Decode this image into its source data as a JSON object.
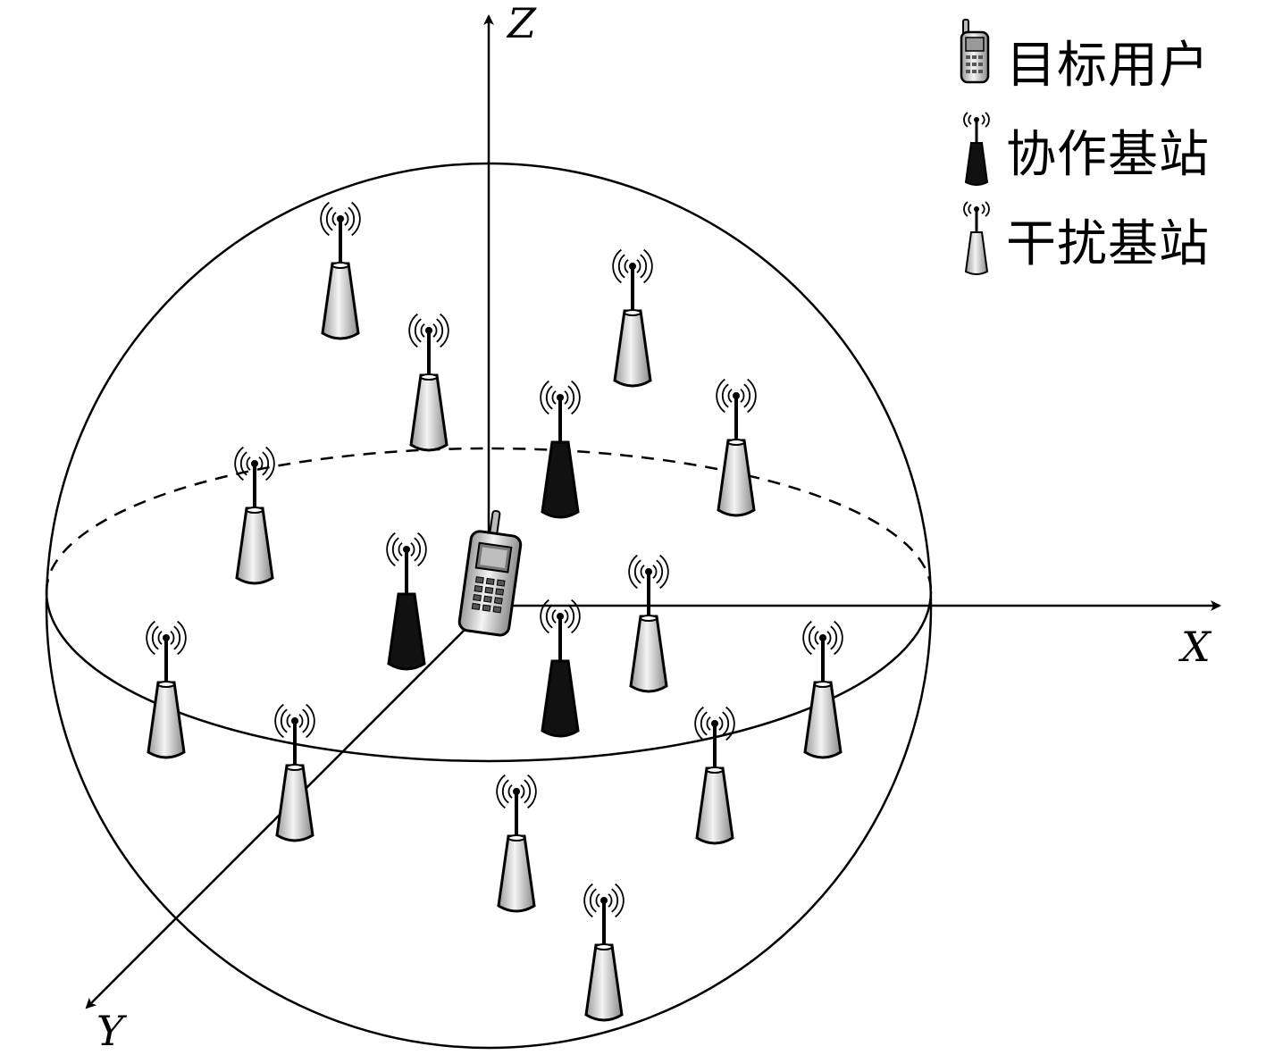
{
  "axes": {
    "x_label": "X",
    "y_label": "Y",
    "z_label": "Z"
  },
  "legend": {
    "items": [
      {
        "label": "目标用户",
        "icon": "mobile-phone-icon"
      },
      {
        "label": "协作基站",
        "icon": "cooperative-base-station-icon"
      },
      {
        "label": "干扰基站",
        "icon": "interfering-base-station-icon"
      }
    ]
  },
  "colors": {
    "line": "#000000",
    "tower_fill": "#dcdcdc",
    "cooperative_fill": "#111111"
  }
}
